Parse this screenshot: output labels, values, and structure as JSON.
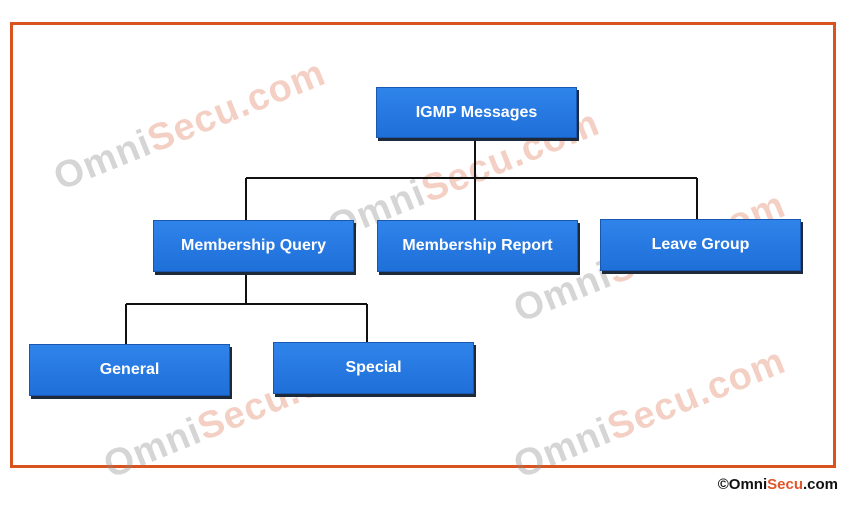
{
  "diagram": {
    "root": "IGMP Messages",
    "level1": [
      "Membership Query",
      "Membership Report",
      "Leave Group"
    ],
    "level2": [
      "General",
      "Special"
    ]
  },
  "watermark": {
    "part1": "Omni",
    "part2": "Secu.com"
  },
  "copyright": {
    "symbol": "©",
    "part1": "Omni",
    "part2": "Secu",
    "part3": ".com"
  },
  "colors": {
    "box": "#1f6fd9",
    "frame": "#d9531e",
    "accent": "#e0562a"
  }
}
